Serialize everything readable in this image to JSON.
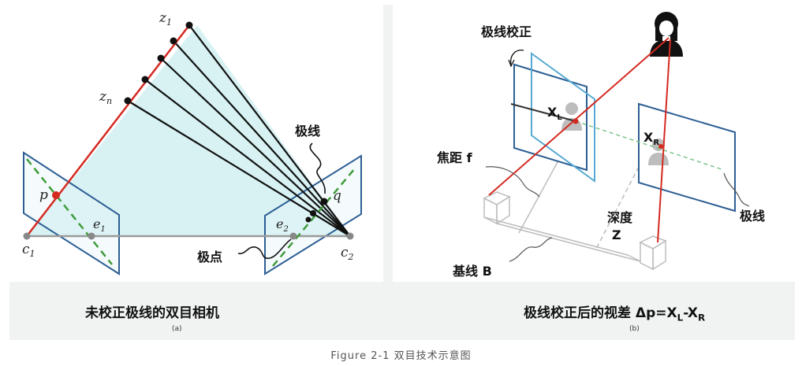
{
  "panel_a": {
    "labels": {
      "z1": "z",
      "z1_sub": "1",
      "zn": "z",
      "zn_sub": "n",
      "p": "p",
      "q": "q",
      "e1": "e",
      "e1_sub": "1",
      "e2": "e",
      "e2_sub": "2",
      "c1": "c",
      "c1_sub": "1",
      "c2": "c",
      "c2_sub": "2",
      "epipolar_line": "极线",
      "epipole": "极点"
    },
    "caption": "未校正极线的双目相机",
    "sublabel": "(a)"
  },
  "panel_b": {
    "labels": {
      "rectify": "极线校正",
      "xl": "X",
      "xl_sub": "L",
      "xr": "X",
      "xr_sub": "R",
      "focal": "焦距 f",
      "depth": "深度",
      "depth_z": "Z",
      "baseline": "基线 B",
      "epipolar_line": "极线"
    },
    "caption_prefix": "极线校正后的视差 Δp=X",
    "caption_sub_l": "L",
    "caption_mid": "-X",
    "caption_sub_r": "R",
    "sublabel": "(b)"
  },
  "figure_caption": "Figure 2-1 双目技术示意图",
  "colors": {
    "ray_red": "#d42a21",
    "plane_blue": "#2d5f94",
    "rectified_blue": "#56a9d2",
    "fill_cyan": "#d6f1f2",
    "epipolar_green": "#3e9b3a",
    "baseline_gray": "#9a9a9a"
  }
}
